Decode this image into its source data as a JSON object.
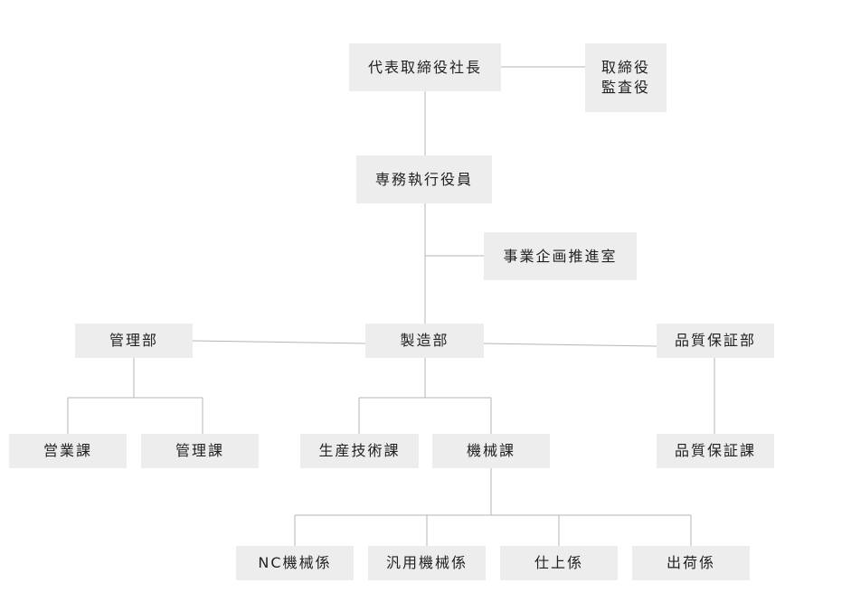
{
  "org_chart": {
    "president": "代表取締役社長",
    "board": {
      "line1": "取締役",
      "line2": "監査役"
    },
    "executive": "専務執行役員",
    "planning": "事業企画推進室",
    "admin_dept": "管理部",
    "manufacturing_dept": "製造部",
    "qa_dept": "品質保証部",
    "sales_section": "営業課",
    "admin_section": "管理課",
    "production_tech_section": "生産技術課",
    "machinery_section": "機械課",
    "qa_section": "品質保証課",
    "nc_machining_unit": "NC機械係",
    "general_machining_unit": "汎用機械係",
    "finishing_unit": "仕上係",
    "shipping_unit": "出荷係"
  },
  "colors": {
    "node_fill": "#ededed",
    "connector": "#b5b5b5",
    "text": "#222222"
  }
}
